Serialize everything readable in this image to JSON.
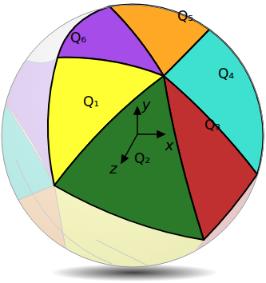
{
  "diagram": {
    "labels": [
      "Q₆",
      "Q₅",
      "Q₄",
      "Q₁",
      "Q₃",
      "Q₂",
      "y",
      "x",
      "z"
    ]
  }
}
